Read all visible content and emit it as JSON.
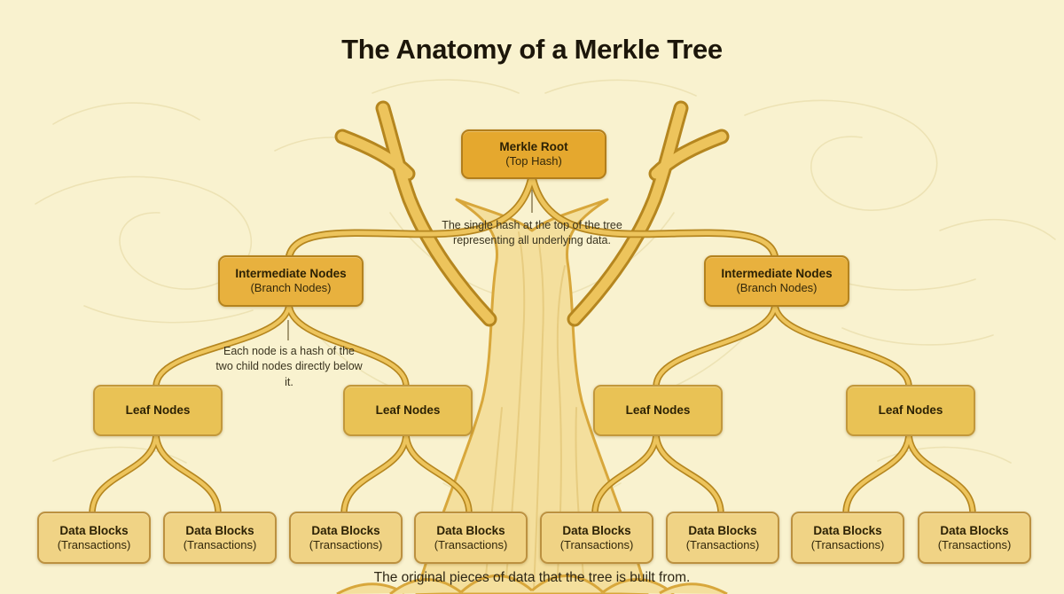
{
  "title": "The Anatomy of a Merkle Tree",
  "tree": {
    "root": {
      "title": "Merkle Root",
      "subtitle": "(Top Hash)"
    },
    "root_annotation": "The single hash at the top of the tree representing all underlying data.",
    "intermediates": [
      {
        "title": "Intermediate Nodes",
        "subtitle": "(Branch Nodes)"
      },
      {
        "title": "Intermediate Nodes",
        "subtitle": "(Branch Nodes)"
      }
    ],
    "intermediate_annotation": "Each node is a hash of the two child nodes directly below it.",
    "leaves": [
      {
        "title": "Leaf Nodes"
      },
      {
        "title": "Leaf Nodes"
      },
      {
        "title": "Leaf Nodes"
      },
      {
        "title": "Leaf Nodes"
      }
    ],
    "data_blocks": [
      {
        "title": "Data Blocks",
        "subtitle": "(Transactions)"
      },
      {
        "title": "Data Blocks",
        "subtitle": "(Transactions)"
      },
      {
        "title": "Data Blocks",
        "subtitle": "(Transactions)"
      },
      {
        "title": "Data Blocks",
        "subtitle": "(Transactions)"
      },
      {
        "title": "Data Blocks",
        "subtitle": "(Transactions)"
      },
      {
        "title": "Data Blocks",
        "subtitle": "(Transactions)"
      },
      {
        "title": "Data Blocks",
        "subtitle": "(Transactions)"
      },
      {
        "title": "Data Blocks",
        "subtitle": "(Transactions)"
      }
    ],
    "caption": "The original pieces of data that the tree is built from."
  },
  "colors": {
    "background": "#F9F2CF",
    "contour_line": "#EBE0B0",
    "trunk_fill": "#F4DF9D",
    "trunk_outline": "#D8A73B",
    "grain": "#E6CA7D",
    "connector_dark": "#B5861F",
    "connector_light": "#EDC45C",
    "root_fill": "#E5A82E",
    "intermediate_fill": "#E8B13E",
    "leaf_fill": "#E9C255",
    "data_fill": "#F0D385",
    "box_text": "#2C2104",
    "annotation_text": "#3A341F"
  }
}
